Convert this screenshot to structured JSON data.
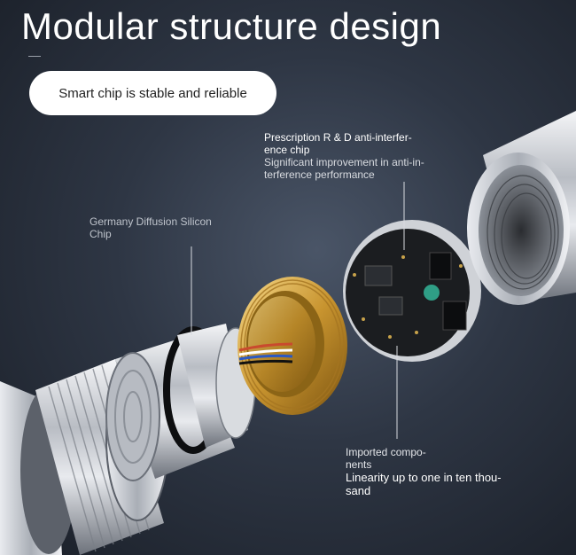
{
  "title": "Modular structure design",
  "pill_text": "Smart chip is stable and reliable",
  "callouts": {
    "chip": {
      "line1": "Prescription R & D anti-interfer-",
      "line2": "ence chip",
      "line3": "Significant improvement in anti-in-",
      "line4": "terference performance"
    },
    "germany": {
      "line1": "Germany Diffusion Silicon",
      "line2": "Chip"
    },
    "imported": {
      "line1": "Imported compo-",
      "line2": "nents",
      "line3": "Linearity up to one in ten thou-",
      "line4": "sand"
    }
  },
  "colors": {
    "background": "#2e3644",
    "steel": "#c9ccd1",
    "brass": "#d4a64a",
    "pcb": "#1b1d20"
  }
}
